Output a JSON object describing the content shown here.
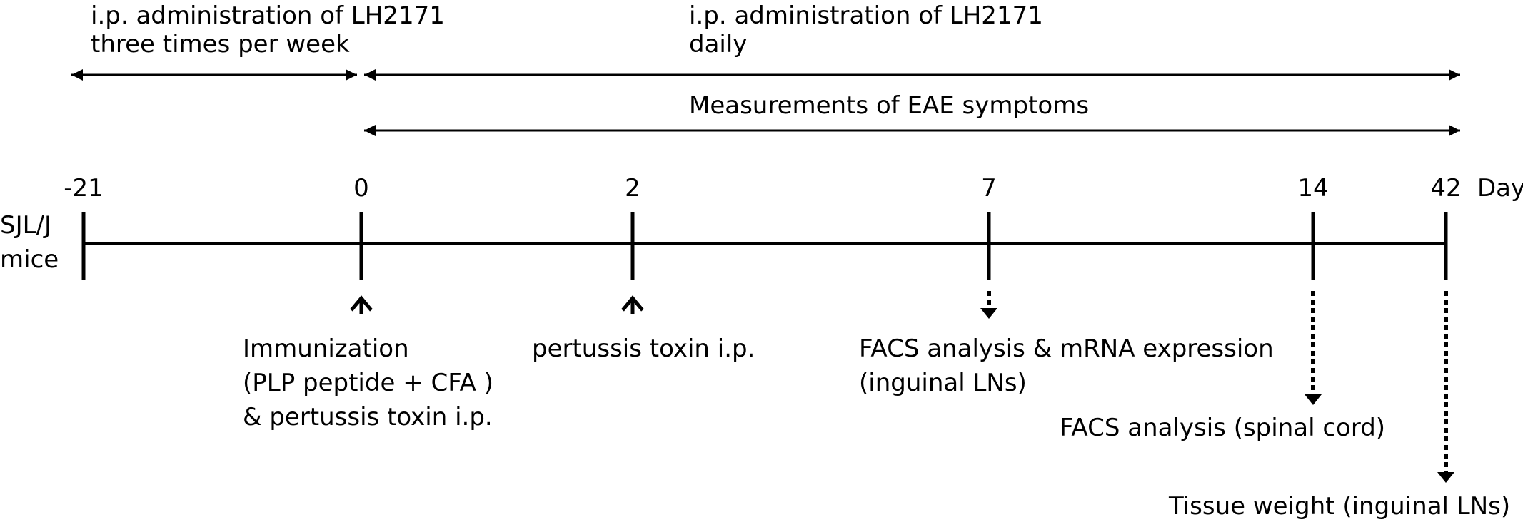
{
  "top_left": {
    "line1": "i.p. administration of LH2171",
    "line2": "three times per week"
  },
  "top_right": {
    "line1": "i.p. administration of LH2171",
    "line2": "daily"
  },
  "measurements": "Measurements of EAE symptoms",
  "timeline": {
    "subject_line1": "SJL/J",
    "subject_line2": "mice",
    "unit": "Day",
    "ticks": [
      "-21",
      "0",
      "2",
      "7",
      "14",
      "42"
    ]
  },
  "events": {
    "immunization": {
      "line1": "Immunization",
      "line2": "(PLP peptide + CFA )",
      "line3": "& pertussis toxin i.p."
    },
    "pertussis": "pertussis toxin i.p.",
    "facs_ln": {
      "line1": "FACS analysis & mRNA expression",
      "line2": "(inguinal LNs)"
    },
    "facs_sc": "FACS analysis (spinal cord)",
    "tissue": "Tissue weight (inguinal LNs)"
  }
}
